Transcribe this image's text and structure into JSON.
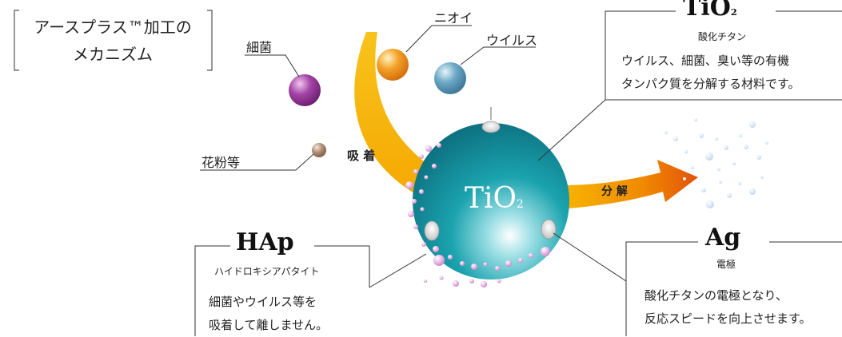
{
  "title": {
    "line1": "アースプラス™加工の",
    "line2": "メカニズム"
  },
  "labels": {
    "bacteria": "細菌",
    "odor": "ニオイ",
    "virus": "ウイルス",
    "pollen": "花粉等"
  },
  "arrows": {
    "adsorb": "吸 着",
    "decompose": "分 解"
  },
  "sphere": {
    "main": "TiO",
    "sub": "2"
  },
  "tio2_box": {
    "heading_main": "TiO",
    "heading_sub": "2",
    "subtitle": "酸化チタン",
    "line1": "ウイルス、細菌、臭い等の有機",
    "line2": "タンパク質を分解する材料です。"
  },
  "hap_box": {
    "heading": "HAp",
    "subtitle": "ハイドロキシアパタイト",
    "line1": "細菌やウイルス等を",
    "line2": "吸着して離しません。"
  },
  "ag_box": {
    "heading": "Ag",
    "subtitle": "電極",
    "line1": "酸化チタンの電極となり、",
    "line2": "反応スピードを向上させます。"
  },
  "colors": {
    "adsorb_arrow": "#f5b400",
    "decompose_arrow_start": "#f7b400",
    "decompose_arrow_end": "#e95b00",
    "sphere": "#1a9aa6",
    "bacteria": "#9b3d9e",
    "odor": "#f19a1e",
    "virus": "#5f9fbe",
    "pollen": "#a98872",
    "hap_particles": "#e2a8dc"
  }
}
